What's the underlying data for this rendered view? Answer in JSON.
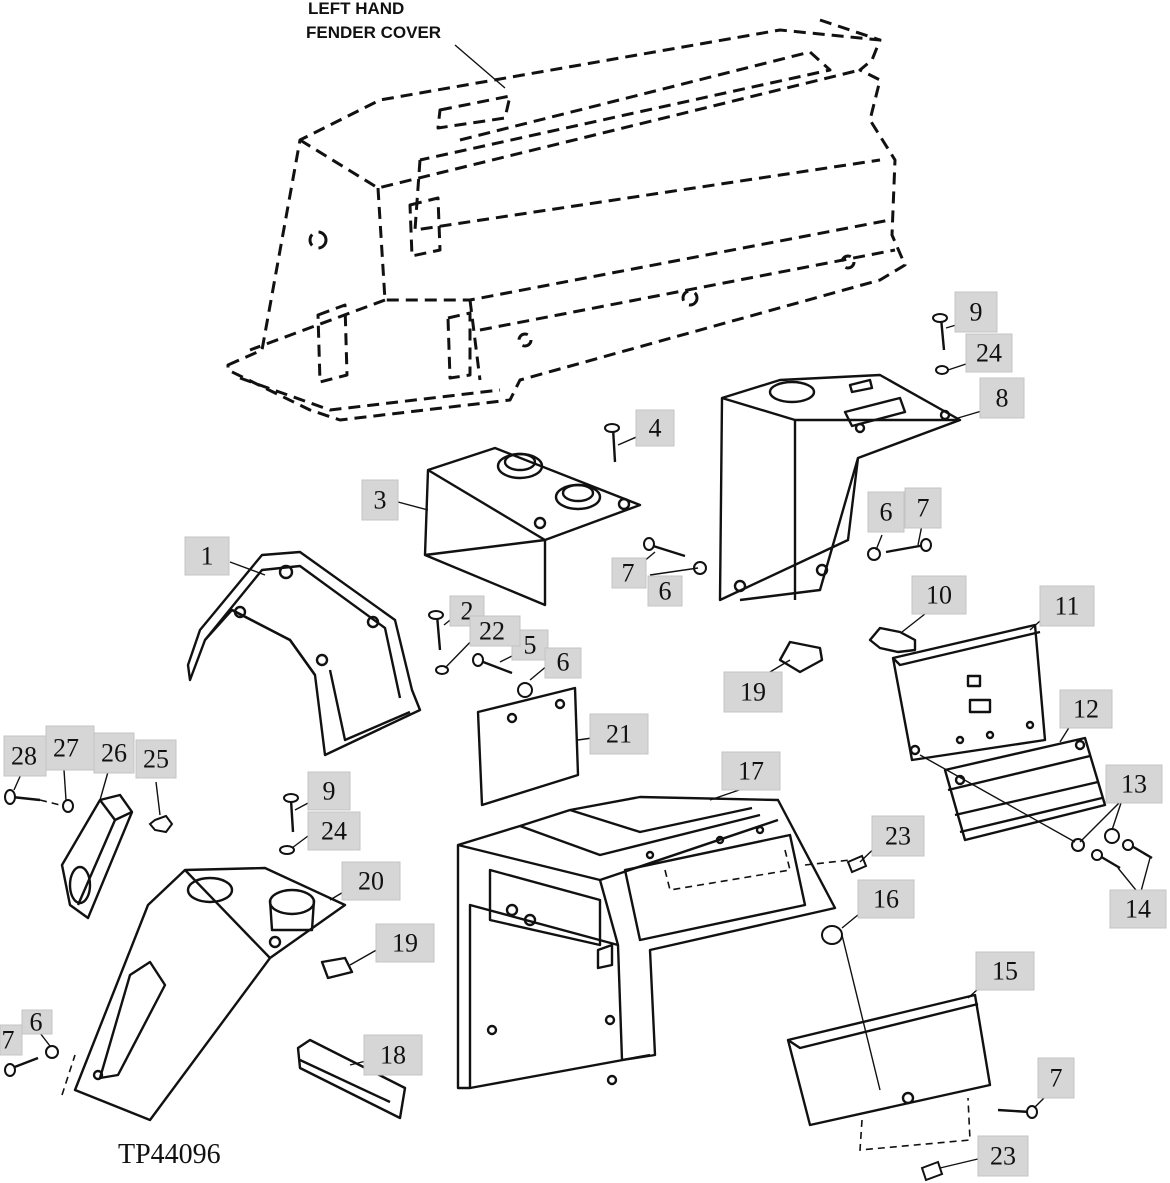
{
  "diagram": {
    "title_lines": [
      "LEFT HAND",
      "FENDER COVER"
    ],
    "figure_id": "TP44096"
  },
  "callouts": [
    {
      "id": "c-1",
      "label": "1"
    },
    {
      "id": "c-2",
      "label": "2"
    },
    {
      "id": "c-3",
      "label": "3"
    },
    {
      "id": "c-4",
      "label": "4"
    },
    {
      "id": "c-5",
      "label": "5"
    },
    {
      "id": "c-6a",
      "label": "6"
    },
    {
      "id": "c-6b",
      "label": "6"
    },
    {
      "id": "c-6c",
      "label": "6"
    },
    {
      "id": "c-6d",
      "label": "6"
    },
    {
      "id": "c-7a",
      "label": "7"
    },
    {
      "id": "c-7b",
      "label": "7"
    },
    {
      "id": "c-7c",
      "label": "7"
    },
    {
      "id": "c-7d",
      "label": "7"
    },
    {
      "id": "c-8",
      "label": "8"
    },
    {
      "id": "c-9a",
      "label": "9"
    },
    {
      "id": "c-9b",
      "label": "9"
    },
    {
      "id": "c-10",
      "label": "10"
    },
    {
      "id": "c-11",
      "label": "11"
    },
    {
      "id": "c-12",
      "label": "12"
    },
    {
      "id": "c-13",
      "label": "13"
    },
    {
      "id": "c-14",
      "label": "14"
    },
    {
      "id": "c-15",
      "label": "15"
    },
    {
      "id": "c-16",
      "label": "16"
    },
    {
      "id": "c-17",
      "label": "17"
    },
    {
      "id": "c-18",
      "label": "18"
    },
    {
      "id": "c-19a",
      "label": "19"
    },
    {
      "id": "c-19b",
      "label": "19"
    },
    {
      "id": "c-20",
      "label": "20"
    },
    {
      "id": "c-21",
      "label": "21"
    },
    {
      "id": "c-22",
      "label": "22"
    },
    {
      "id": "c-23a",
      "label": "23"
    },
    {
      "id": "c-23b",
      "label": "23"
    },
    {
      "id": "c-24a",
      "label": "24"
    },
    {
      "id": "c-24b",
      "label": "24"
    },
    {
      "id": "c-25",
      "label": "25"
    },
    {
      "id": "c-26",
      "label": "26"
    },
    {
      "id": "c-27",
      "label": "27"
    },
    {
      "id": "c-28",
      "label": "28"
    }
  ]
}
